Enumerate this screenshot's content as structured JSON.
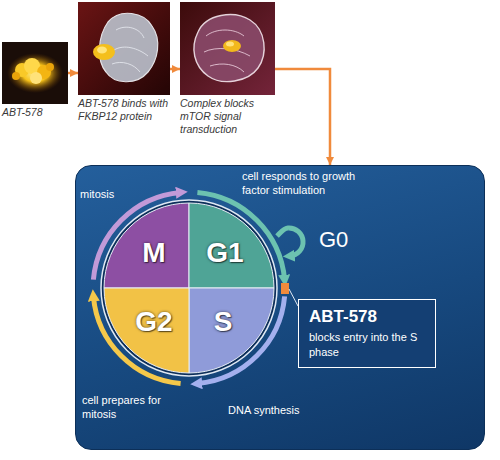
{
  "diagram": {
    "nodes": [
      {
        "text": [
          "ABT-578"
        ]
      },
      {
        "text": [
          "ABT-578 binds with FKBP12 protein"
        ]
      },
      {
        "text": [
          "Complex blocks mTOR signal transduction"
        ]
      },
      {
        "text": [
          "mitosis",
          "cell responds to growth factor stimulation",
          "cell prepares for mitosis",
          "DNA synthesis"
        ]
      },
      {
        "text": [
          "M"
        ],
        "in": 3
      },
      {
        "text": [
          "G1"
        ],
        "in": 3
      },
      {
        "text": [
          "S"
        ],
        "in": 3
      },
      {
        "text": [
          "G2"
        ],
        "in": 3
      },
      {
        "text": [
          "ABT-578",
          "blocks entry into the S phase"
        ],
        "in": 3
      }
    ],
    "edges": [
      {
        "from": 0,
        "to": 1,
        "arrow": "to"
      },
      {
        "from": 1,
        "to": 2,
        "arrow": "to"
      },
      {
        "from": 2,
        "to": 3,
        "arrow": "to"
      }
    ],
    "labels": [
      "G0"
    ]
  }
}
